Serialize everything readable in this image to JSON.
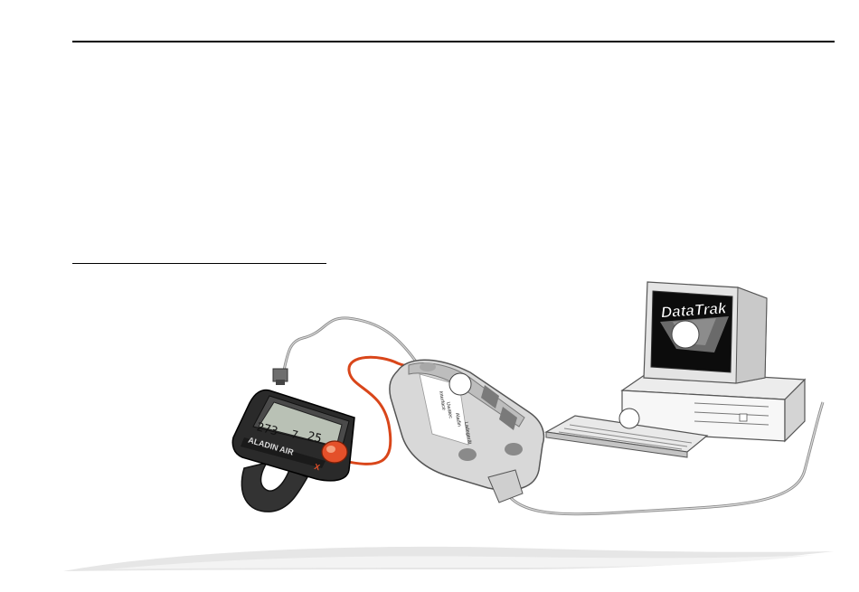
{
  "illustration": {
    "monitor_logo": "DataTrak",
    "watch": {
      "display_left": "273",
      "display_mid": "7",
      "display_right": "25",
      "brand": "ALADIN AIR",
      "brand_suffix": "X"
    },
    "interface": {
      "label_line1": "Interface",
      "label_line2": "Uwatec",
      "label_line3": "Aladin",
      "label_line4": "Ladegerät"
    }
  },
  "colors": {
    "cable_orange": "#e8501e",
    "cable_gray": "#9a9a9a",
    "rule": "#000000"
  }
}
